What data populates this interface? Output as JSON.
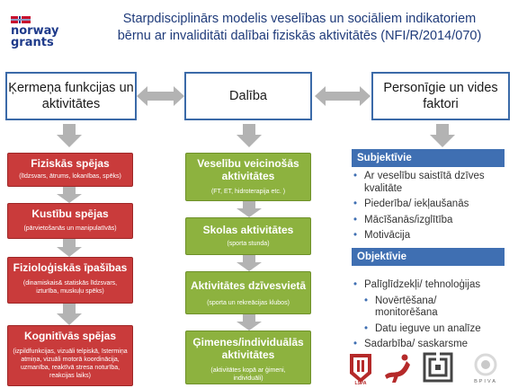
{
  "logo": {
    "line1": "norway",
    "line2": "grants"
  },
  "title": {
    "line1": "Starpdisciplinārs modelis veselības un sociāliem indikatoriem",
    "line2": "bērnu ar invaliditāti dalībai fiziskās aktivitātēs  (NFI/R/2014/070)"
  },
  "headers": {
    "left": "Ķermeņa funkcijas un aktivitātes",
    "middle": "Dalība",
    "right": "Personīgie un vides faktori"
  },
  "red_boxes": [
    {
      "title": "Fiziskās spējas",
      "sub": "(līdzsvars, ātrums, lokanības, spēks)"
    },
    {
      "title": "Kustību spējas",
      "sub": "(pārvietošanās un manipulatīvās)"
    },
    {
      "title": "Fizioloģiskās īpašības",
      "sub": "(dinamiskais& statiskās līdzsvars, izturība, muskuļu spēks)"
    },
    {
      "title": "Kognitīvās spējas",
      "sub": "(izpildfunkcijas, vizuāli telpiskā, īstermiņa atmiņa, vizuāli motorā koordinācija, uzmanība, reaktīvā stresa noturība, reakcijas laiks)"
    }
  ],
  "green_boxes": [
    {
      "title": "Veselību veicinošās aktivitātes",
      "sub": "(FT, ET, hidroterapija etc. )"
    },
    {
      "title": "Skolas aktivitātes",
      "sub": "(sporta stunda)"
    },
    {
      "title": "Aktivitātes dzīvesvietā",
      "sub": "(sporta un rekreācijas klubos)"
    },
    {
      "title": "Ģimenes/individuālās aktivitātes",
      "sub": "(aktivitātes kopā ar ģimeni, individuāli)"
    }
  ],
  "subjective": {
    "header": "Subjektīvie",
    "items": [
      "Ar veselību saistītā dzīves kvalitāte",
      "Piederība/ iekļaušanās",
      "Mācīšanās/izglītība",
      "Motivācija"
    ]
  },
  "objective": {
    "header": "Objektīvie",
    "items": [
      "Palīglīdzekļi/ tehnoloģijas",
      "Novērtēšana/ monitorēšana",
      "Datu ieguve un analīze",
      "Sadarbība/ saskarsme"
    ]
  },
  "footer_logos": {
    "lspa": "LSPA",
    "bpiva": "BPIVA"
  },
  "colors": {
    "blue": "#3b6aa8",
    "red": "#c93b3b",
    "green": "#8db23f",
    "grey": "#b3b3b3"
  }
}
